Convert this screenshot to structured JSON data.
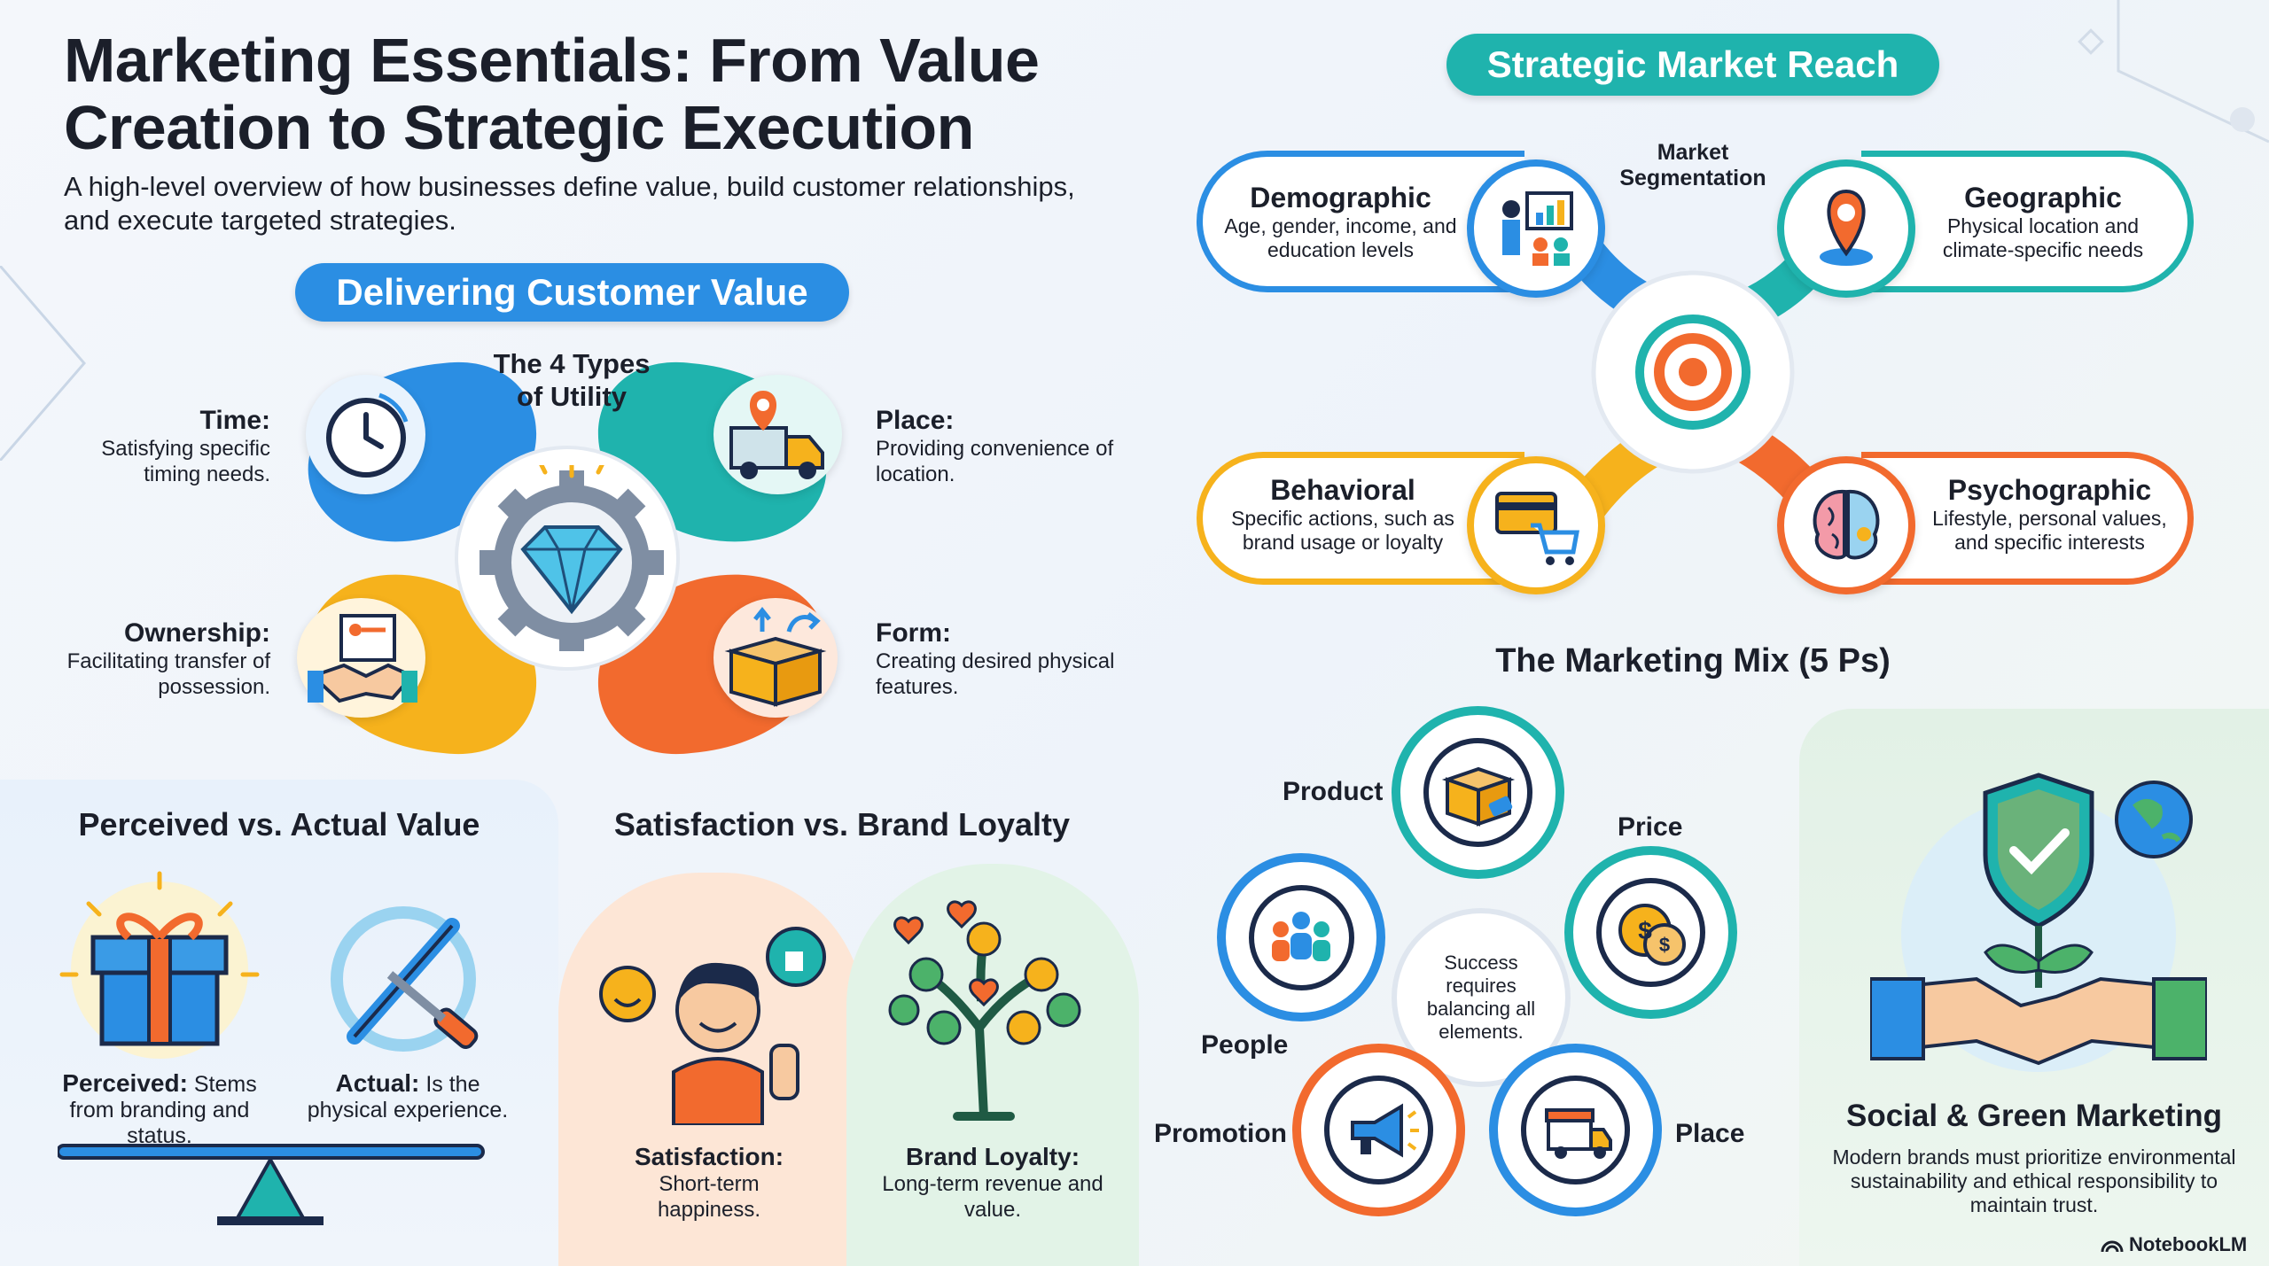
{
  "header": {
    "title": "Marketing Essentials: From Value Creation to Strategic Execution",
    "subtitle": "A high-level overview of how businesses define value, build customer relationships, and execute targeted strategies."
  },
  "value": {
    "pill": "Delivering Customer Value",
    "center_title": "The 4 Types of Utility",
    "time": {
      "title": "Time:",
      "desc": "Satisfying specific timing needs."
    },
    "place": {
      "title": "Place:",
      "desc": "Providing convenience of location."
    },
    "ownership": {
      "title": "Ownership:",
      "desc": "Facilitating transfer of possession."
    },
    "form": {
      "title": "Form:",
      "desc": "Creating desired physical features."
    }
  },
  "perceived": {
    "title": "Perceived vs. Actual Value",
    "perceived_label": "Perceived:",
    "perceived_desc": "Stems from branding and status.",
    "actual_label": "Actual:",
    "actual_desc": "Is the physical experience."
  },
  "loyalty": {
    "title": "Satisfaction vs. Brand Loyalty",
    "satisfaction_label": "Satisfaction:",
    "satisfaction_desc": "Short-term happiness.",
    "loyalty_label": "Brand Loyalty:",
    "loyalty_desc": "Long-term revenue and value."
  },
  "reach": {
    "pill": "Strategic Market Reach",
    "center_label": "Market Segmentation",
    "demographic": {
      "title": "Demographic",
      "desc": "Age, gender, income, and education levels"
    },
    "geographic": {
      "title": "Geographic",
      "desc": "Physical location and climate-specific needs"
    },
    "behavioral": {
      "title": "Behavioral",
      "desc": "Specific actions, such as brand usage or loyalty"
    },
    "psychographic": {
      "title": "Psychographic",
      "desc": "Lifestyle, personal values, and specific interests"
    }
  },
  "mix": {
    "title": "The Marketing Mix (5 Ps)",
    "center": "Success requires balancing all elements.",
    "product": "Product",
    "price": "Price",
    "people": "People",
    "promotion": "Promotion",
    "place": "Place"
  },
  "green": {
    "title": "Social & Green Marketing",
    "desc": "Modern brands must prioritize environmental sustainability and ethical responsibility to maintain trust."
  },
  "brand": "NotebookLM",
  "colors": {
    "blue": "#2b8ee3",
    "teal": "#1fb3ad",
    "orange": "#f26a2e",
    "yellow": "#f6b21c",
    "navy": "#1b2a4a"
  }
}
